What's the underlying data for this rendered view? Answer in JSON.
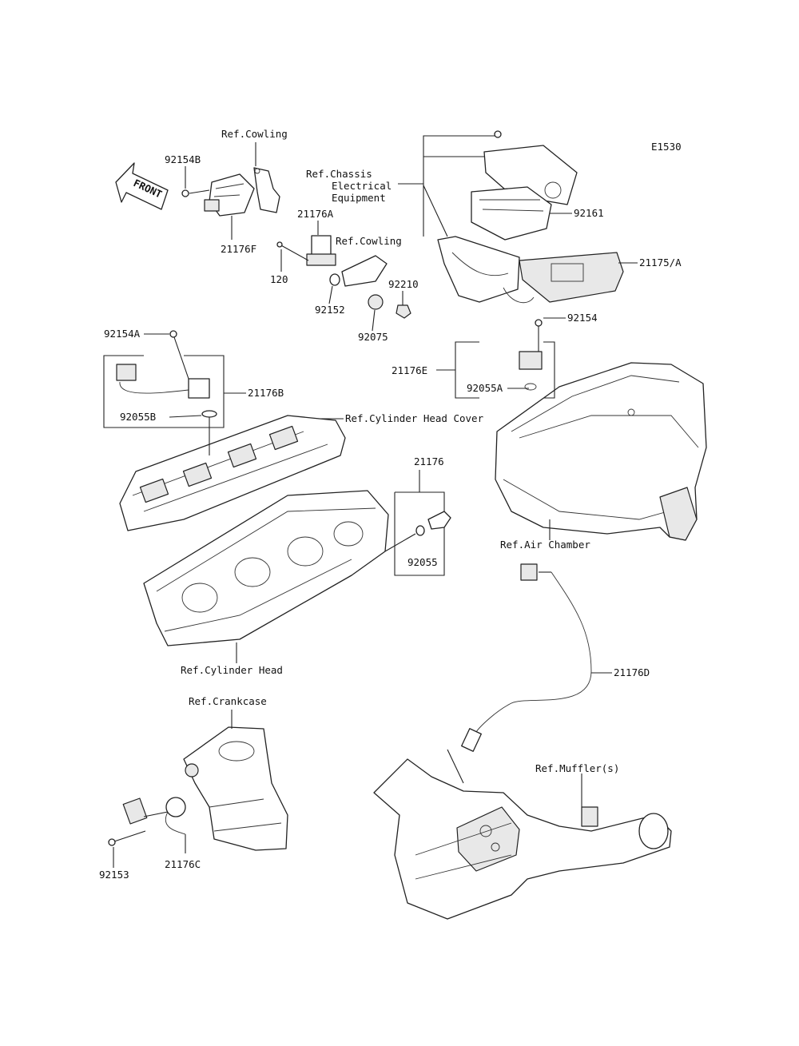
{
  "diagram": {
    "code": "E1530",
    "front_label": "FRONT",
    "labels": {
      "ref_cowling_top": "Ref.Cowling",
      "p92154B": "92154B",
      "p21176F": "21176F",
      "p21176A": "21176A",
      "ref_cowling_mid": "Ref.Cowling",
      "p120": "120",
      "p92152": "92152",
      "p92210": "92210",
      "p92075": "92075",
      "ref_chassis_1": "Ref.Chassis",
      "ref_chassis_2": "Electrical",
      "ref_chassis_3": "Equipment",
      "p92161": "92161",
      "p21175A": "21175/A",
      "p92154": "92154",
      "p21176E": "21176E",
      "p92055A": "92055A",
      "p92154A": "92154A",
      "p21176B": "21176B",
      "p92055B": "92055B",
      "ref_cyl_head_cover": "Ref.Cylinder Head Cover",
      "p21176": "21176",
      "p92055": "92055",
      "ref_air_chamber": "Ref.Air Chamber",
      "ref_cyl_head": "Ref.Cylinder Head",
      "p21176D": "21176D",
      "ref_crankcase": "Ref.Crankcase",
      "ref_muffler": "Ref.Muffler(s)",
      "p92153": "92153",
      "p21176C": "21176C"
    }
  }
}
